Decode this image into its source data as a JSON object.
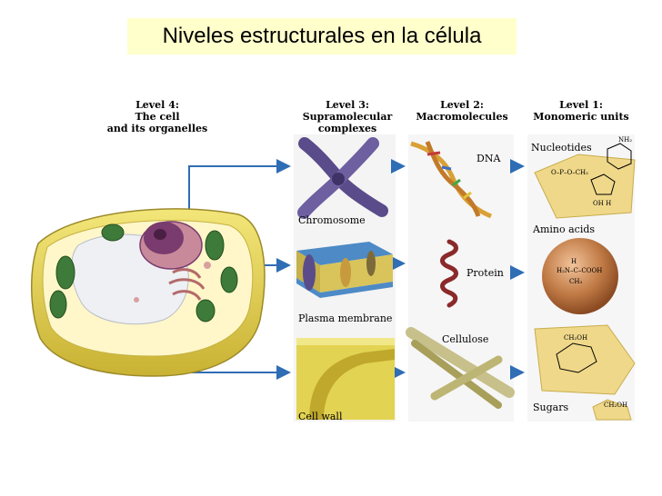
{
  "title": "Niveles estructurales en la célula",
  "levels": [
    {
      "lines": [
        "Level 4:",
        "The cell",
        "and its organelles"
      ]
    },
    {
      "lines": [
        "Level 3:",
        "Supramolecular",
        "complexes"
      ]
    },
    {
      "lines": [
        "Level 2:",
        "Macromolecules"
      ]
    },
    {
      "lines": [
        "Level 1:",
        "Monomeric units"
      ]
    }
  ],
  "supramolecular": {
    "chromosome": "Chromosome",
    "plasma_membrane": "Plasma membrane",
    "cell_wall": "Cell wall"
  },
  "macromolecules": {
    "dna": "DNA",
    "protein": "Protein",
    "cellulose": "Cellulose"
  },
  "monomers": {
    "nucleotides": "Nucleotides",
    "amino_acids": "Amino acids",
    "sugars": "Sugars"
  },
  "colors": {
    "title_bg": "#ffffcc",
    "arrow": "#2f6db5",
    "cell_wall_yellow": "#e8d64a",
    "chloroplast_green": "#3e7a3a",
    "nucleus_purple": "#7a3b6e",
    "chromosome_purple": "#5a4c8a",
    "panel_bg": "#f2f2f2",
    "amino_sphere": "#b36a3a"
  }
}
